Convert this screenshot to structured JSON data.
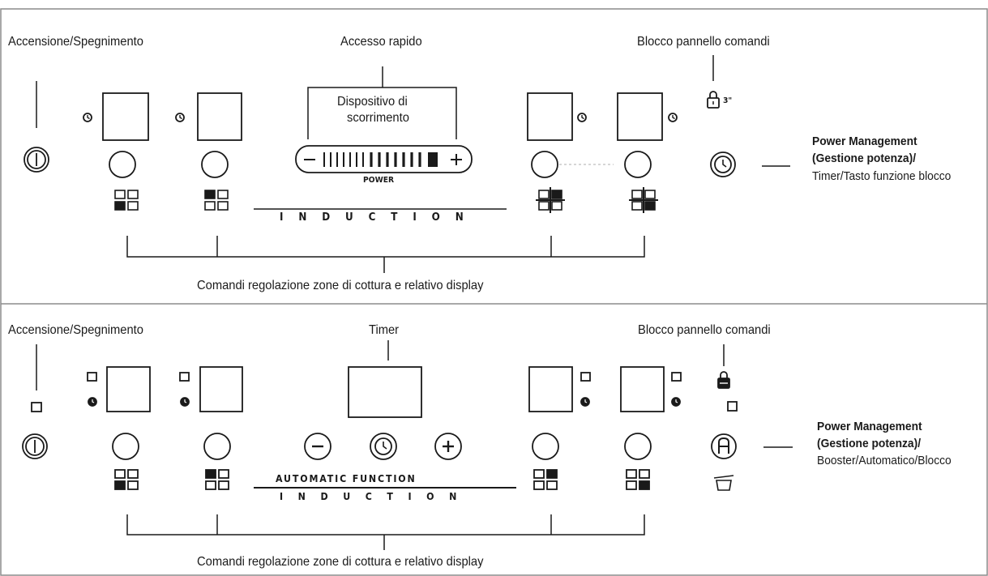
{
  "panel1": {
    "power_label": "Accensione/Spegnimento",
    "quick_access_label": "Accesso rapido",
    "slider_label_line1": "Dispositivo di",
    "slider_label_line2": "scorrimento",
    "slider_power_text": "POWER",
    "lock_label": "Blocco pannello comandi",
    "lock_time": "3\"",
    "power_mgmt_line1": "Power Management",
    "power_mgmt_line2": "(Gestione potenza)/",
    "power_mgmt_line3": "Timer/Tasto funzione blocco",
    "induction_text": "I N D U C T I O N",
    "zones_label": "Comandi regolazione zone di cottura e relativo display"
  },
  "panel2": {
    "power_label": "Accensione/Spegnimento",
    "timer_label": "Timer",
    "lock_label": "Blocco pannello comandi",
    "automatic_text": "AUTOMATIC FUNCTION",
    "induction_text": "I N D U C T I O N",
    "power_mgmt_line1": "Power Management",
    "power_mgmt_line2": "(Gestione potenza)/",
    "power_mgmt_line3": "Booster/Automatico/Blocco",
    "zones_label": "Comandi regolazione zone di cottura e relativo display"
  },
  "colors": {
    "line": "#1a1a1a",
    "frame": "#8c8c8c"
  }
}
